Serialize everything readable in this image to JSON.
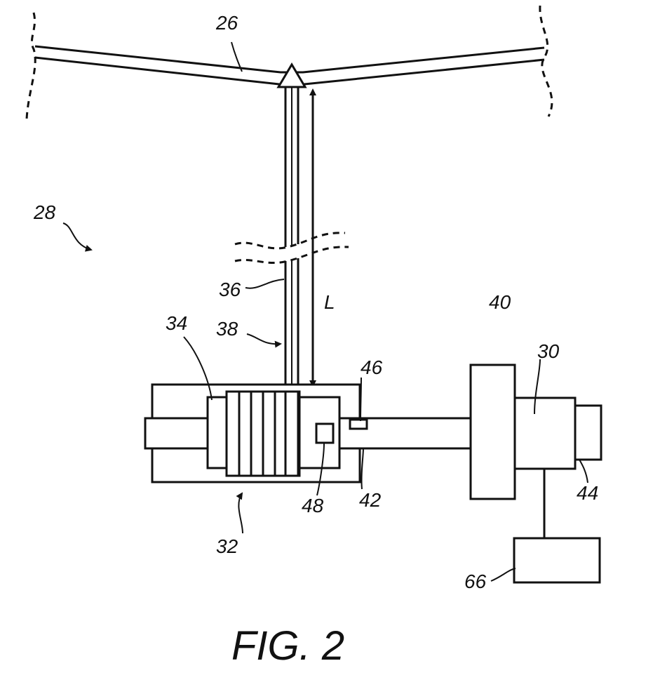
{
  "figure": {
    "caption": "FIG. 2",
    "labels": {
      "l26": "26",
      "l28": "28",
      "l36": "36",
      "lL": "L",
      "l34": "34",
      "l38": "38",
      "l46": "46",
      "l40": "40",
      "l30": "30",
      "l48": "48",
      "l42": "42",
      "l44": "44",
      "l32": "32",
      "l66": "66"
    }
  }
}
